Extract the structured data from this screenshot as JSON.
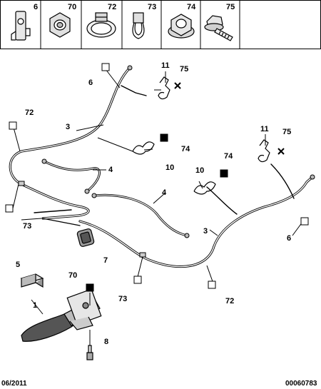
{
  "legend": [
    {
      "ref": "6",
      "icon": "bracket-clip-icon"
    },
    {
      "ref": "70",
      "icon": "nut-icon"
    },
    {
      "ref": "72",
      "icon": "hose-clamp-icon"
    },
    {
      "ref": "73",
      "icon": "cable-tie-icon"
    },
    {
      "ref": "74",
      "icon": "flange-nut-icon"
    },
    {
      "ref": "75",
      "icon": "flange-bolt-icon"
    }
  ],
  "callouts": {
    "c6a": "6",
    "c11a": "11",
    "c75a": "75",
    "c72a": "72",
    "c3a": "3",
    "c74a": "74",
    "c10a": "10",
    "c4a": "4",
    "c11b": "11",
    "c75b": "75",
    "c74b": "74",
    "c10b": "10",
    "c4b": "4",
    "c73a": "73",
    "c7": "7",
    "c3b": "3",
    "c6b": "6",
    "c5": "5",
    "c70": "70",
    "c1": "1",
    "c73b": "73",
    "c72b": "72",
    "c8": "8"
  },
  "footer": {
    "date": "06/2011",
    "ref": "00060783"
  }
}
